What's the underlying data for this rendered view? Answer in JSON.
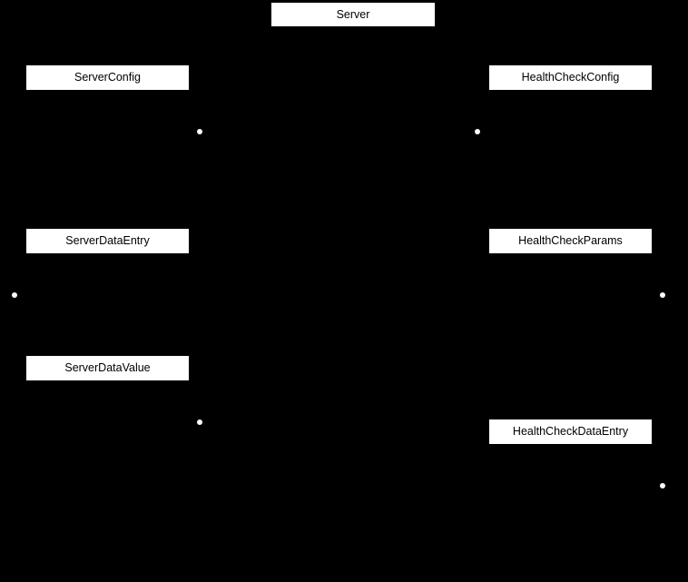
{
  "diagram": {
    "type": "node-graph",
    "background_color": "#000000",
    "node_fill_color": "#ffffff",
    "node_text_color": "#000000",
    "connector_dot_color": "#ffffff",
    "nodes": [
      {
        "id": "server",
        "label": "Server"
      },
      {
        "id": "server-config",
        "label": "ServerConfig"
      },
      {
        "id": "health-check-config",
        "label": "HealthCheckConfig"
      },
      {
        "id": "server-data-entry",
        "label": "ServerDataEntry"
      },
      {
        "id": "health-check-params",
        "label": "HealthCheckParams"
      },
      {
        "id": "server-data-value",
        "label": "ServerDataValue"
      },
      {
        "id": "health-check-data-entry",
        "label": "HealthCheckDataEntry"
      }
    ],
    "connector_dot_count": 6
  }
}
